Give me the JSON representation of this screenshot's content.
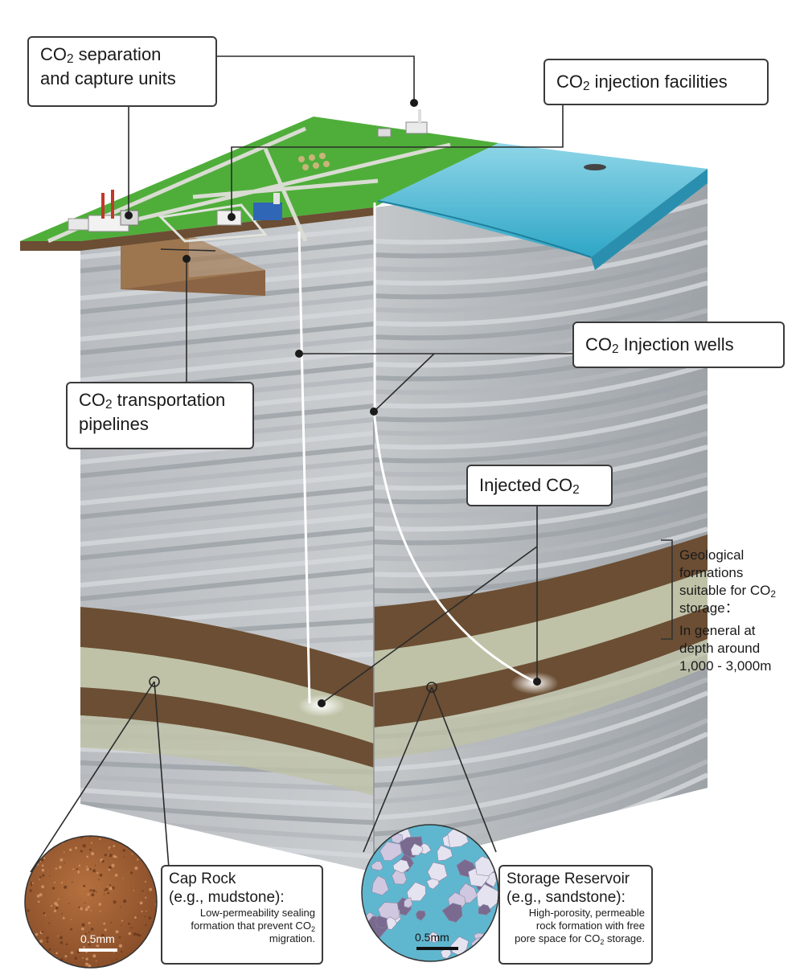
{
  "labels": {
    "capture": {
      "pre": "CO",
      "sub": "2",
      "post": " separation",
      "line2": "and capture units"
    },
    "injection_facilities": {
      "pre": "CO",
      "sub": "2",
      "post": " injection facilities"
    },
    "injection_wells": {
      "pre": "CO",
      "sub": "2",
      "post": " Injection wells"
    },
    "pipelines": {
      "pre": "CO",
      "sub": "2",
      "post": " transportation",
      "line2": "pipelines"
    },
    "injected": {
      "pre": "Injected CO",
      "sub": "2"
    }
  },
  "formation_note": {
    "line1": "Geological",
    "line2": "formations",
    "line3_pre": "suitable for CO",
    "line3_sub": "2",
    "line4": "storage：",
    "line5": "In general at",
    "line6": "depth around",
    "line7": "1,000 - 3,000m"
  },
  "cap_rock": {
    "title": "Cap Rock",
    "subtitle": "(e.g., mudstone):",
    "desc1": "Low-permeability sealing",
    "desc2_pre": "formation that prevent CO",
    "desc2_sub": "2",
    "desc3": "migration.",
    "scale": "0.5mm"
  },
  "reservoir": {
    "title": "Storage Reservoir",
    "subtitle": "(e.g., sandstone):",
    "desc1": "High-porosity, permeable",
    "desc2": "rock formation with free",
    "desc3_pre": "pore space for CO",
    "desc3_sub": "2",
    "desc3_post": " storage.",
    "scale": "0.5mm"
  },
  "colors": {
    "grass": "#4fae3a",
    "sea": "#3fb3cf",
    "rock_gray": "#a9aeb3",
    "mudstone": "#6b4e33",
    "sandstone": "#bfc2a6",
    "soil": "#8a6444"
  }
}
